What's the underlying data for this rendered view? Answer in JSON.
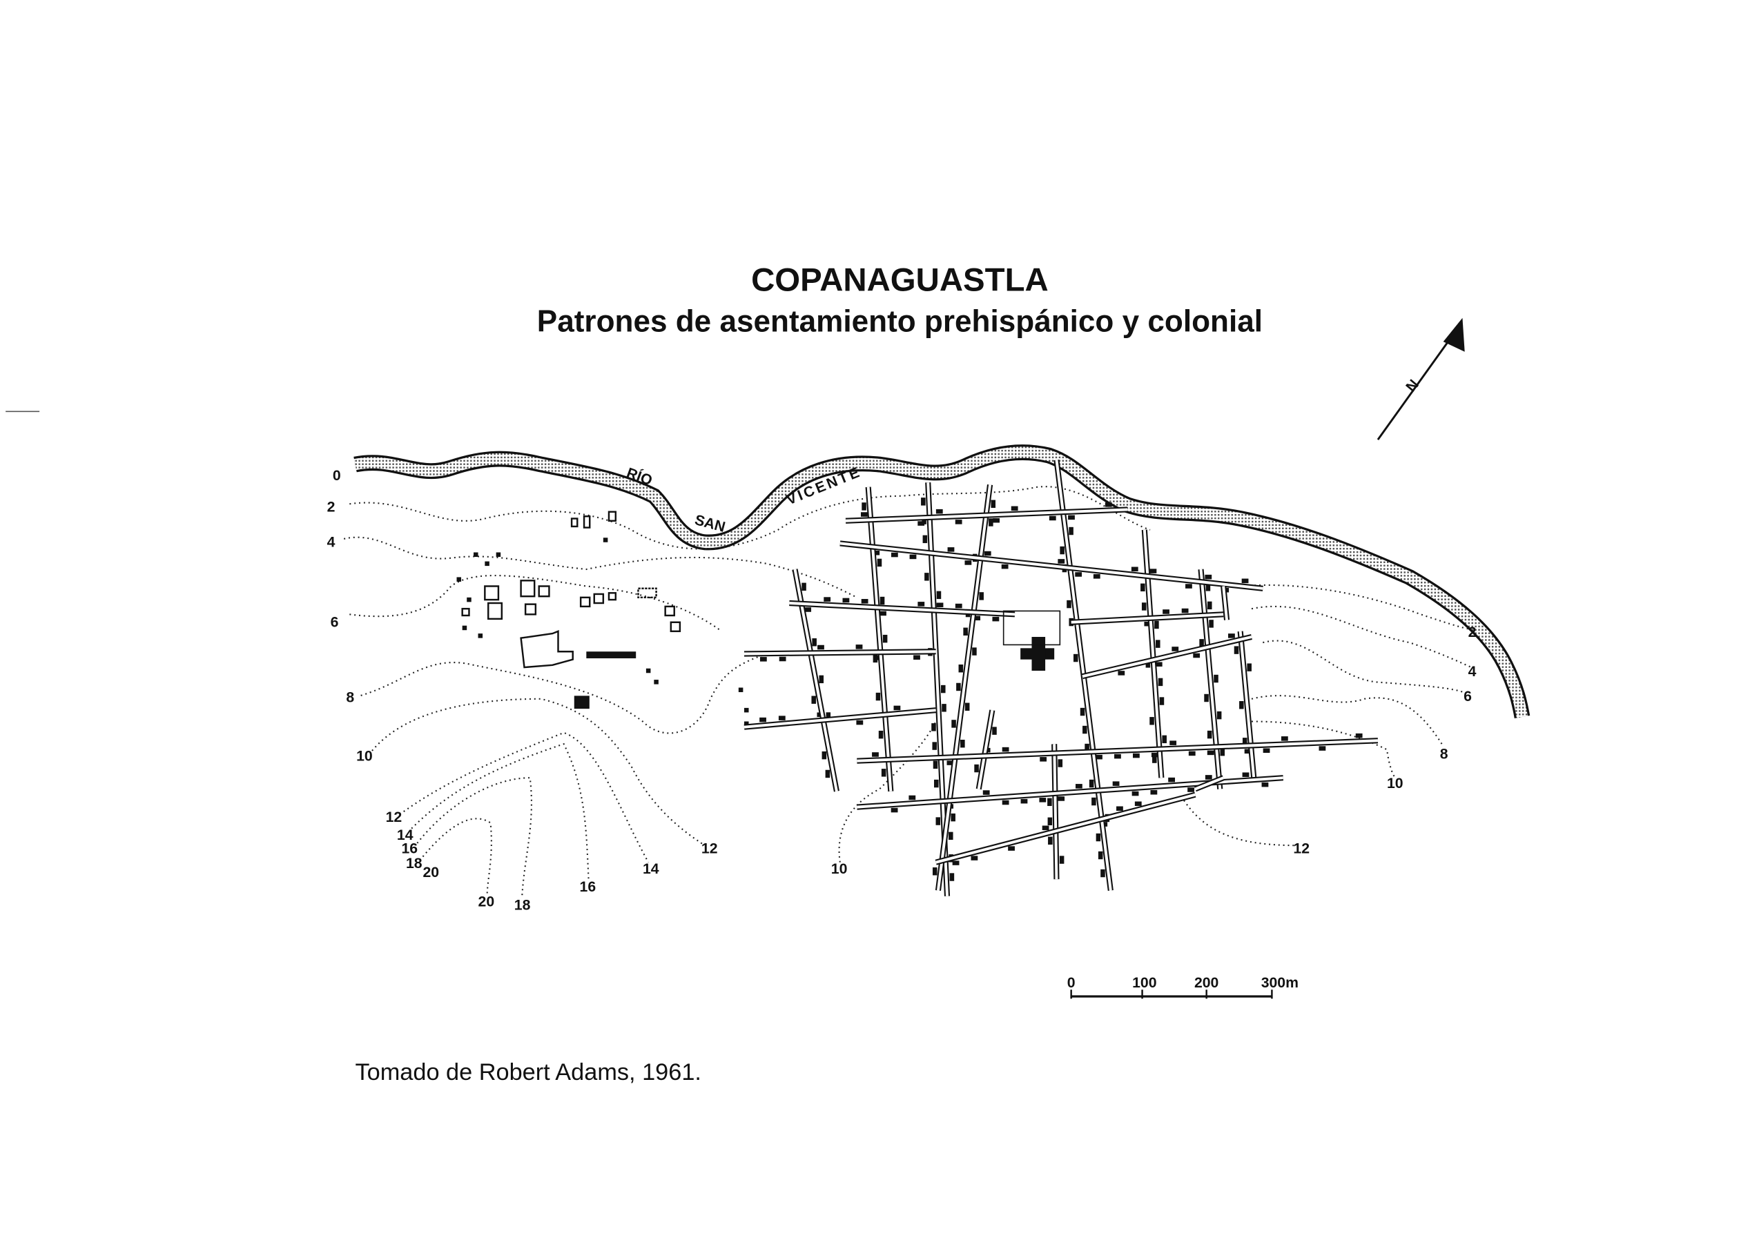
{
  "map": {
    "title": "COPANAGUASTLA",
    "subtitle": "Patrones de asentamiento prehispánico y colonial",
    "river_label": [
      "RÍO",
      "SAN",
      "VICENTE"
    ],
    "north_label": "N",
    "contour_labels": [
      "0",
      "2",
      "4",
      "6",
      "8",
      "10",
      "12",
      "14",
      "16",
      "18",
      "20",
      "20",
      "18",
      "16",
      "14",
      "12",
      "10",
      "12",
      "10",
      "8",
      "6",
      "4",
      "2"
    ],
    "scale_bar": {
      "ticks": [
        "0",
        "100",
        "200",
        "300m"
      ]
    },
    "caption": "Tomado de Robert Adams, 1961.",
    "colors": {
      "ink": "#111111",
      "river_fill": "#bbbbbb",
      "background": "#ffffff"
    }
  }
}
